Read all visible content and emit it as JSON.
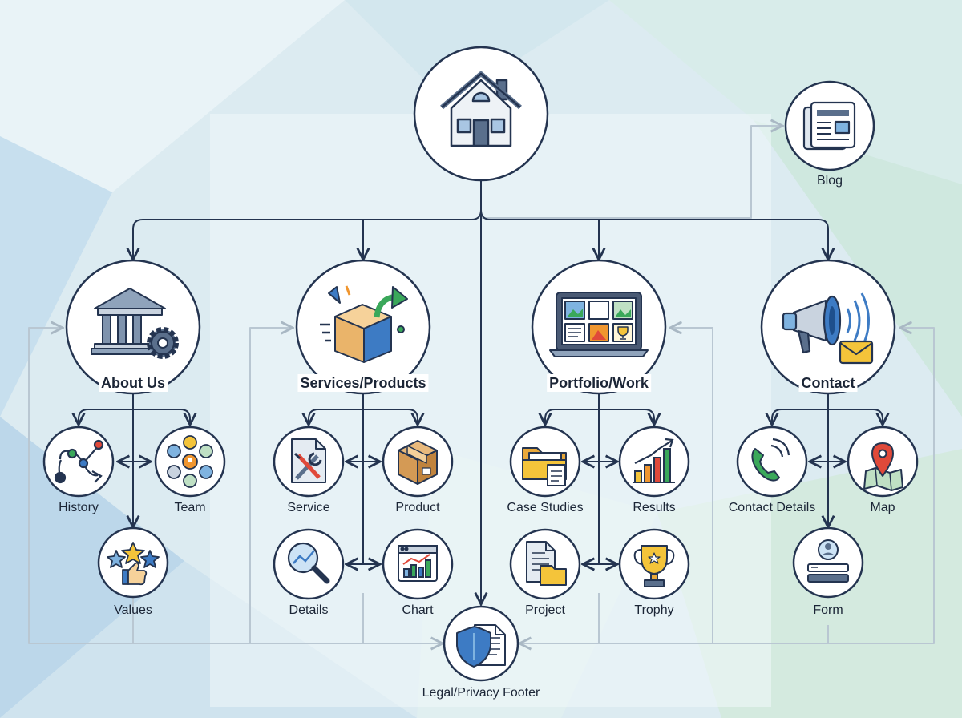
{
  "nodes": {
    "home": {
      "label": "",
      "icon": "house-icon"
    },
    "blog": {
      "label": "Blog",
      "icon": "newspaper-icon"
    },
    "about": {
      "label": "About Us",
      "icon": "institution-gear-icon"
    },
    "services": {
      "label": "Services/Products",
      "icon": "package-arrow-icon"
    },
    "portfolio": {
      "label": "Portfolio/Work",
      "icon": "laptop-gallery-icon"
    },
    "contact": {
      "label": "Contact",
      "icon": "megaphone-mail-icon"
    },
    "history": {
      "label": "History",
      "icon": "timeline-path-icon"
    },
    "team": {
      "label": "Team",
      "icon": "people-group-icon"
    },
    "values": {
      "label": "Values",
      "icon": "stars-thumbs-up-icon"
    },
    "service": {
      "label": "Service",
      "icon": "document-tools-icon"
    },
    "product": {
      "label": "Product",
      "icon": "cardboard-box-icon"
    },
    "details": {
      "label": "Details",
      "icon": "magnifier-chart-icon"
    },
    "chart": {
      "label": "Chart",
      "icon": "browser-chart-icon"
    },
    "case_studies": {
      "label": "Case Studies",
      "icon": "folder-document-icon"
    },
    "results": {
      "label": "Results",
      "icon": "bar-chart-growth-icon"
    },
    "project": {
      "label": "Project",
      "icon": "document-folder-icon"
    },
    "trophy": {
      "label": "Trophy",
      "icon": "trophy-icon"
    },
    "contact_details": {
      "label": "Contact Details",
      "icon": "phone-call-icon"
    },
    "map": {
      "label": "Map",
      "icon": "map-pin-icon"
    },
    "form": {
      "label": "Form",
      "icon": "user-form-icon"
    },
    "legal": {
      "label": "Legal/Privacy Footer",
      "icon": "shield-document-icon"
    }
  },
  "colors": {
    "line_dark": "#243450",
    "line_light": "#b9c7d2",
    "node_fill": "#ffffff",
    "accent_blue": "#3d7bc4",
    "accent_green": "#3aa85a",
    "accent_orange": "#f0962f",
    "accent_yellow": "#f4c43a",
    "accent_red": "#e0493a"
  }
}
